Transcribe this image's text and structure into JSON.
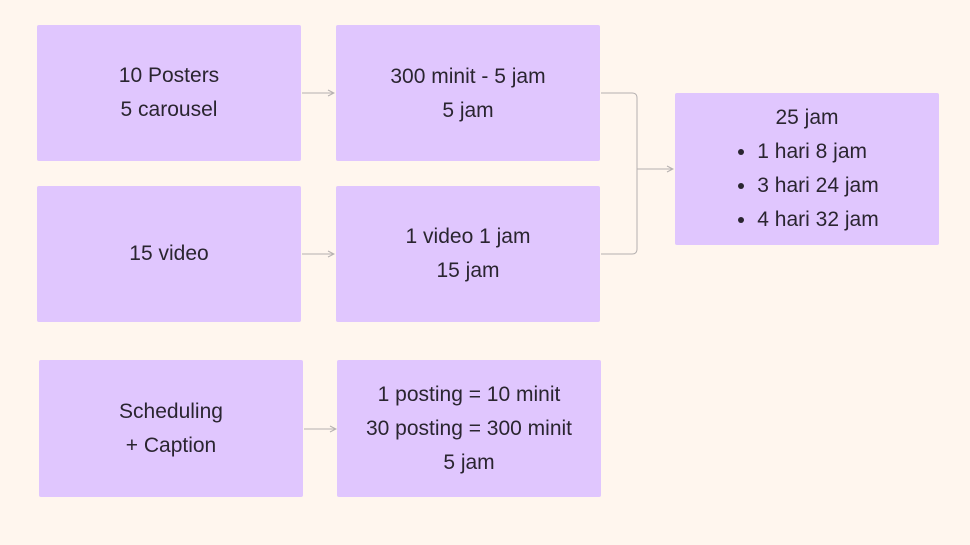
{
  "nodes": {
    "posters": {
      "lines": [
        "10 Posters",
        "5 carousel"
      ]
    },
    "posters_time": {
      "lines": [
        "300 minit - 5 jam",
        "5 jam"
      ]
    },
    "video": {
      "lines": [
        "15 video"
      ]
    },
    "video_time": {
      "lines": [
        "1 video 1 jam",
        "15 jam"
      ]
    },
    "total": {
      "title": "25 jam",
      "bullets": [
        "1 hari 8 jam",
        "3 hari 24 jam",
        "4 hari 32 jam"
      ]
    },
    "scheduling": {
      "lines": [
        "Scheduling",
        "+ Caption"
      ]
    },
    "scheduling_time": {
      "lines": [
        "1 posting = 10 minit",
        "30 posting = 300 minit",
        "5 jam"
      ]
    }
  },
  "colors": {
    "background": "#fff6ee",
    "node": "#e0c6fe",
    "connector": "#b5b0b0"
  }
}
